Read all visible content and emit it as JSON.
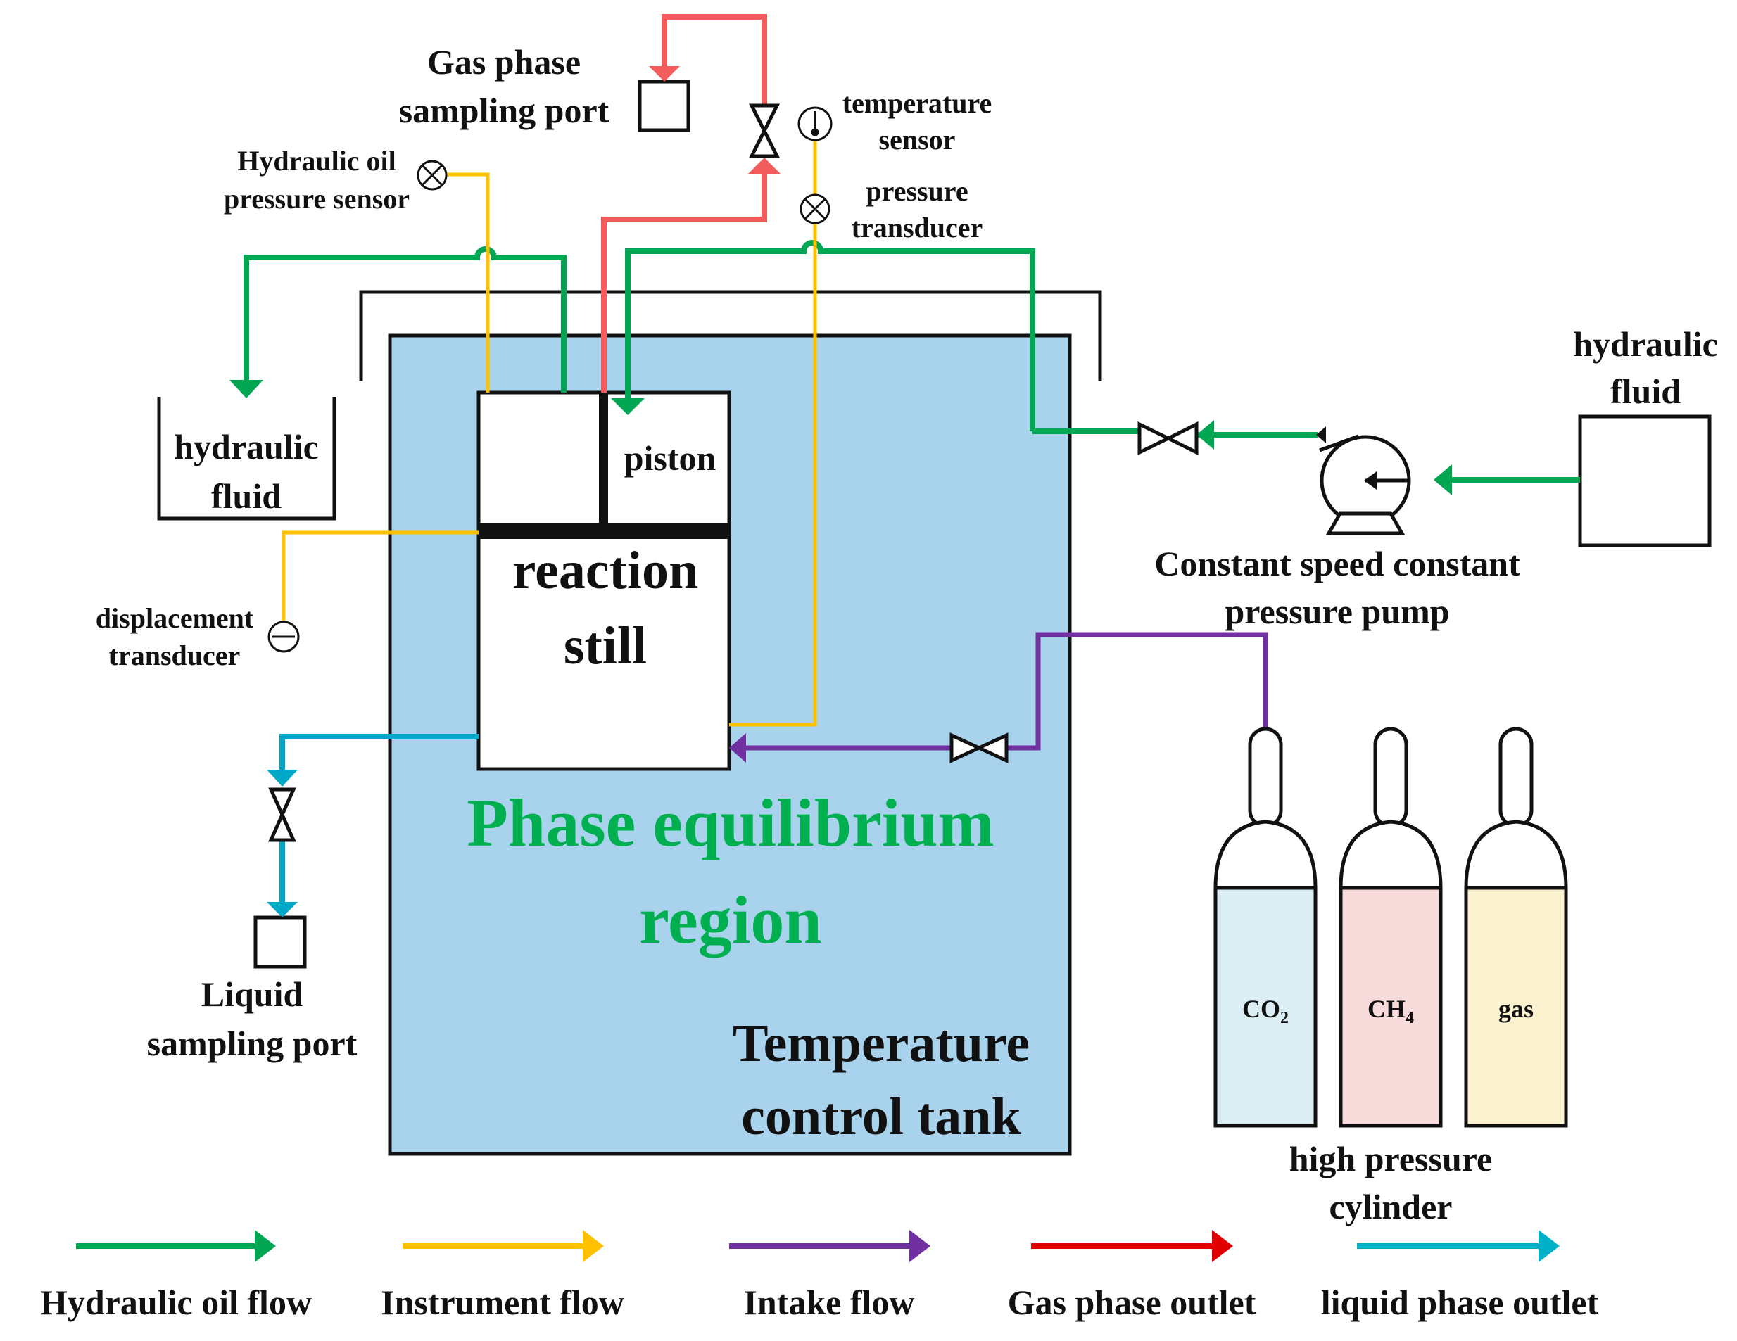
{
  "labels": {
    "gas_phase_sampling_port": [
      "Gas phase",
      "sampling port"
    ],
    "hydraulic_oil_pressure_sensor": [
      "Hydraulic oil",
      "pressure sensor"
    ],
    "temperature_sensor": [
      "temperature",
      "sensor"
    ],
    "pressure_transducer": [
      "pressure",
      "transducer"
    ],
    "hydraulic_fluid_left": [
      "hydraulic",
      "fluid"
    ],
    "hydraulic_fluid_right": [
      "hydraulic",
      "fluid"
    ],
    "piston": "piston",
    "reaction_still": [
      "reaction",
      "still"
    ],
    "displacement_transducer": [
      "displacement",
      "transducer"
    ],
    "pump": [
      "Constant speed constant",
      "pressure pump"
    ],
    "phase_equilibrium_region": [
      "Phase equilibrium",
      "region"
    ],
    "temperature_control_tank": [
      "Temperature",
      "control tank"
    ],
    "liquid_sampling_port": [
      "Liquid",
      "sampling port"
    ],
    "high_pressure_cylinder": [
      "high pressure",
      "cylinder"
    ]
  },
  "cylinders": [
    {
      "name": "co2-cylinder",
      "label": "CO",
      "sub": "2",
      "fill": "#daeef3"
    },
    {
      "name": "ch4-cylinder",
      "label": "CH",
      "sub": "4",
      "fill": "#f8dcdb"
    },
    {
      "name": "gas-cylinder",
      "label": "gas",
      "sub": "",
      "fill": "#fdf2d0"
    }
  ],
  "legend": [
    {
      "label": "Hydraulic oil flow",
      "color": "#00a651"
    },
    {
      "label": "Instrument flow",
      "color": "#ffc000"
    },
    {
      "label": "Intake flow",
      "color": "#7030a0"
    },
    {
      "label": "Gas phase outlet",
      "color": "#e00000"
    },
    {
      "label": "liquid phase outlet",
      "color": "#00b0c8"
    }
  ],
  "colors": {
    "hydraulic": "#00a651",
    "instrument": "#ffc000",
    "intake": "#7030a0",
    "gas_outlet": "#f25c5c",
    "liquid_outlet": "#00a8c8",
    "tank_fill": "#a9d3ec",
    "region_text": "#00b050"
  }
}
